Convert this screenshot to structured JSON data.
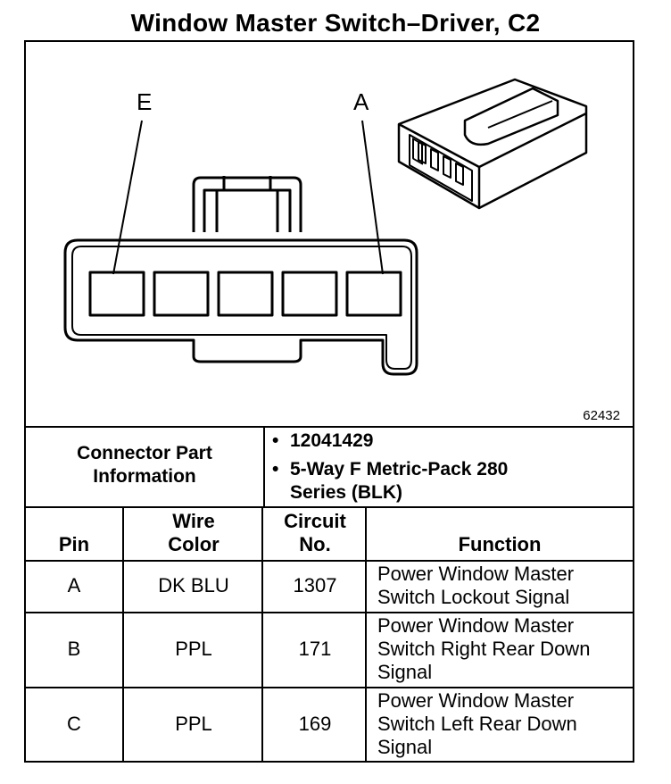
{
  "title": "Window Master Switch–Driver, C2",
  "diagram": {
    "pin_label_left": "E",
    "pin_label_right": "A",
    "figure_number": "62432"
  },
  "connector_info": {
    "label": "Connector Part Information",
    "parts": [
      "12041429",
      "5-Way F Metric-Pack 280 Series (BLK)"
    ]
  },
  "table": {
    "headers": {
      "pin": "Pin",
      "wire_color": "Wire Color",
      "circuit": "Circuit No.",
      "function": "Function"
    },
    "rows": [
      {
        "pin": "A",
        "wire_color": "DK BLU",
        "circuit": "1307",
        "function": "Power Window Master Switch Lockout Signal"
      },
      {
        "pin": "B",
        "wire_color": "PPL",
        "circuit": "171",
        "function": "Power Window Master Switch Right Rear Down Signal"
      },
      {
        "pin": "C",
        "wire_color": "PPL",
        "circuit": "169",
        "function": "Power Window Master Switch Left Rear Down Signal"
      }
    ]
  }
}
